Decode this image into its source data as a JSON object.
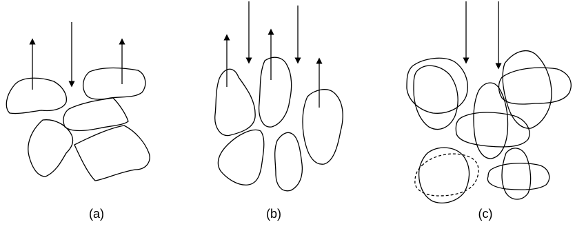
{
  "panels": [
    {
      "label": "(a)"
    },
    {
      "label": "(b)"
    },
    {
      "label": "(c)"
    }
  ],
  "colors": {
    "stroke": "#000000",
    "background": "#ffffff"
  }
}
